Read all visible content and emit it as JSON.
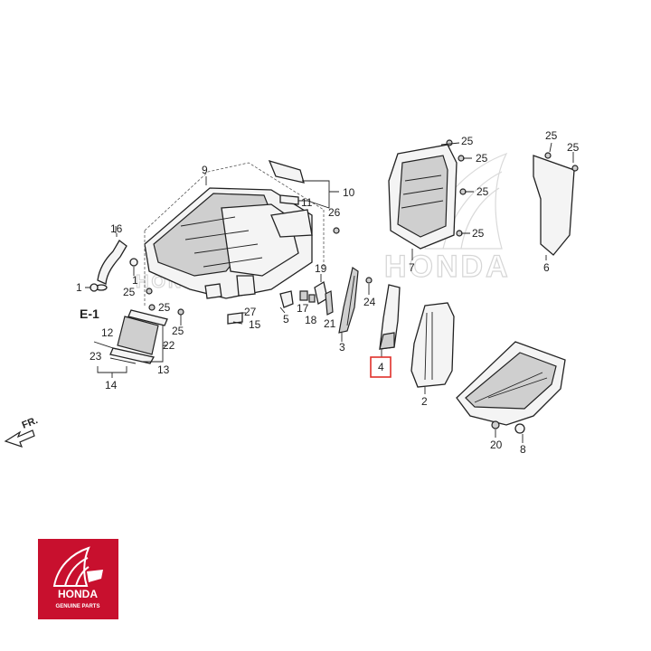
{
  "diagram": {
    "callouts": [
      "1",
      "1",
      "2",
      "3",
      "4",
      "5",
      "6",
      "7",
      "8",
      "9",
      "10",
      "11",
      "12",
      "13",
      "14",
      "15",
      "16",
      "17",
      "18",
      "19",
      "20",
      "21",
      "22",
      "23",
      "24",
      "25",
      "26",
      "27"
    ],
    "direction_label": "FR.",
    "section_label": "E-1",
    "highlighted_part": "4",
    "watermark_text": "HONDA",
    "highlight_color": "#e0302a"
  },
  "logo": {
    "brand": "HONDA",
    "tagline": "GENUINE PARTS",
    "background_color": "#c8102e"
  }
}
